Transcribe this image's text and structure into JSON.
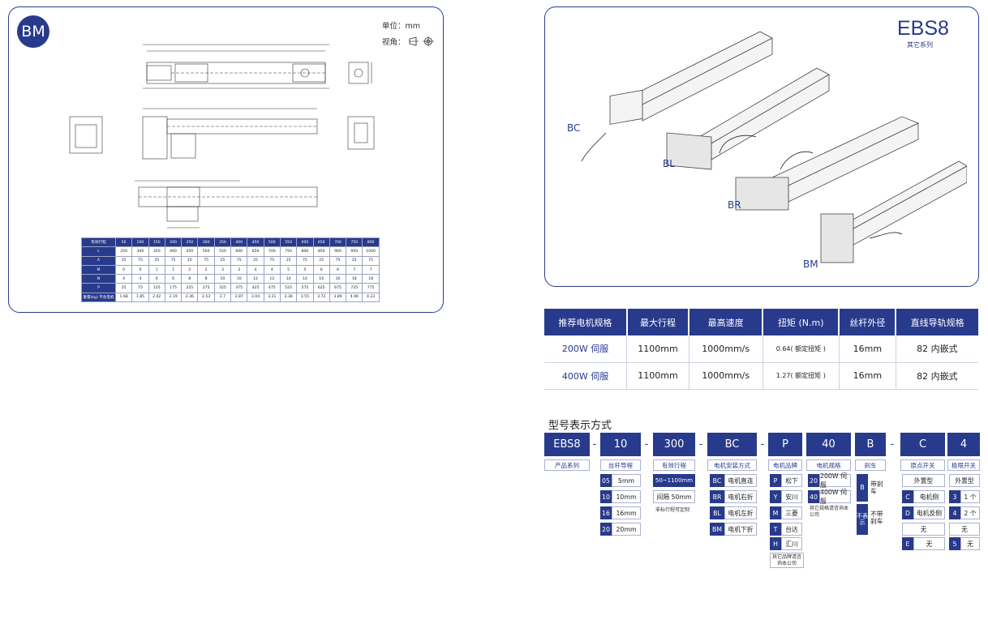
{
  "left": {
    "badge": "BM",
    "unit": "单位：mm",
    "view": "视角：",
    "table": {
      "header": "有效行程",
      "strokes": [
        "50",
        "100",
        "150",
        "200",
        "250",
        "300",
        "350",
        "400",
        "450",
        "500",
        "550",
        "600",
        "650",
        "700",
        "750",
        "800"
      ],
      "rows": [
        {
          "label": "L",
          "values": [
            "250",
            "300",
            "350",
            "400",
            "450",
            "500",
            "550",
            "600",
            "650",
            "700",
            "750",
            "800",
            "850",
            "900",
            "950",
            "1000"
          ]
        },
        {
          "label": "A",
          "values": [
            "25",
            "75",
            "25",
            "75",
            "25",
            "75",
            "25",
            "75",
            "25",
            "75",
            "25",
            "75",
            "25",
            "75",
            "25",
            "75"
          ]
        },
        {
          "label": "M",
          "values": [
            "0",
            "0",
            "1",
            "1",
            "2",
            "2",
            "3",
            "3",
            "4",
            "4",
            "5",
            "5",
            "6",
            "6",
            "7",
            "7"
          ]
        },
        {
          "label": "N",
          "values": [
            "4",
            "4",
            "6",
            "6",
            "8",
            "8",
            "10",
            "10",
            "12",
            "12",
            "14",
            "14",
            "16",
            "16",
            "18",
            "18"
          ]
        },
        {
          "label": "P",
          "values": [
            "25",
            "75",
            "125",
            "175",
            "225",
            "275",
            "325",
            "375",
            "425",
            "475",
            "525",
            "575",
            "625",
            "675",
            "725",
            "775"
          ]
        },
        {
          "label": "重量(kg) 不含电机",
          "values": [
            "1.68",
            "1.85",
            "2.02",
            "2.19",
            "2.36",
            "2.53",
            "2.7",
            "2.87",
            "3.04",
            "3.21",
            "3.38",
            "3.55",
            "3.72",
            "3.89",
            "4.06",
            "4.23"
          ]
        }
      ]
    }
  },
  "right": {
    "title": "EBS8",
    "subtitle": "其它系列",
    "variants": [
      "BC",
      "BL",
      "BR",
      "BM"
    ]
  },
  "spec": {
    "headers": [
      "推荐电机规格",
      "最大行程",
      "最高速度",
      "扭矩 (N.m)",
      "丝杆外径",
      "直线导轨规格"
    ],
    "rows": [
      [
        "200W 伺服",
        "1100mm",
        "1000mm/s",
        "0.64( 额定扭矩 )",
        "16mm",
        "82 内嵌式"
      ],
      [
        "400W 伺服",
        "1100mm",
        "1000mm/s",
        "1.27( 额定扭矩 )",
        "16mm",
        "82 内嵌式"
      ]
    ]
  },
  "model": {
    "title": "型号表示方式",
    "codes": [
      "EBS8",
      "10",
      "300",
      "BC",
      "P",
      "40",
      "B",
      "C",
      "4"
    ],
    "dash": "-",
    "labels": [
      "产品系列",
      "丝杆导程",
      "有效行程",
      "电机安装方式",
      "电机品牌",
      "电机规格",
      "刹车",
      "原点开关",
      "极限开关"
    ],
    "lead": [
      [
        "05",
        "5mm"
      ],
      [
        "10",
        "10mm"
      ],
      [
        "16",
        "16mm"
      ],
      [
        "20",
        "20mm"
      ]
    ],
    "stroke": {
      "range": "50~1100mm",
      "interval": "间隔 50mm",
      "note": "非标行程可定制"
    },
    "mount": [
      [
        "BC",
        "电机直连"
      ],
      [
        "BR",
        "电机右折"
      ],
      [
        "BL",
        "电机左折"
      ],
      [
        "BM",
        "电机下折"
      ]
    ],
    "brand": [
      [
        "P",
        "松下"
      ],
      [
        "Y",
        "安川"
      ],
      [
        "M",
        "三菱"
      ],
      [
        "T",
        "台达"
      ],
      [
        "H",
        "汇川"
      ]
    ],
    "brand_note": "其它品牌请咨询本公司",
    "motor": [
      [
        "20",
        "200W 伺服"
      ],
      [
        "40",
        "400W 伺服"
      ]
    ],
    "motor_note": "其它规格请咨询本公司",
    "brake": {
      "b_key": "B",
      "b_val": "带刹车",
      "n_key": "不表示",
      "n_val": "不带刹车"
    },
    "origin": {
      "first": "外置型",
      "items": [
        [
          "C",
          "电机侧"
        ],
        [
          "D",
          "电机反侧"
        ]
      ],
      "none": "无",
      "e_key": "E",
      "e_val": "无"
    },
    "limit": {
      "first": "外置型",
      "items": [
        [
          "3",
          "1 个"
        ],
        [
          "4",
          "2 个"
        ]
      ],
      "none": "无",
      "k5": "5",
      "v5": "无"
    }
  }
}
